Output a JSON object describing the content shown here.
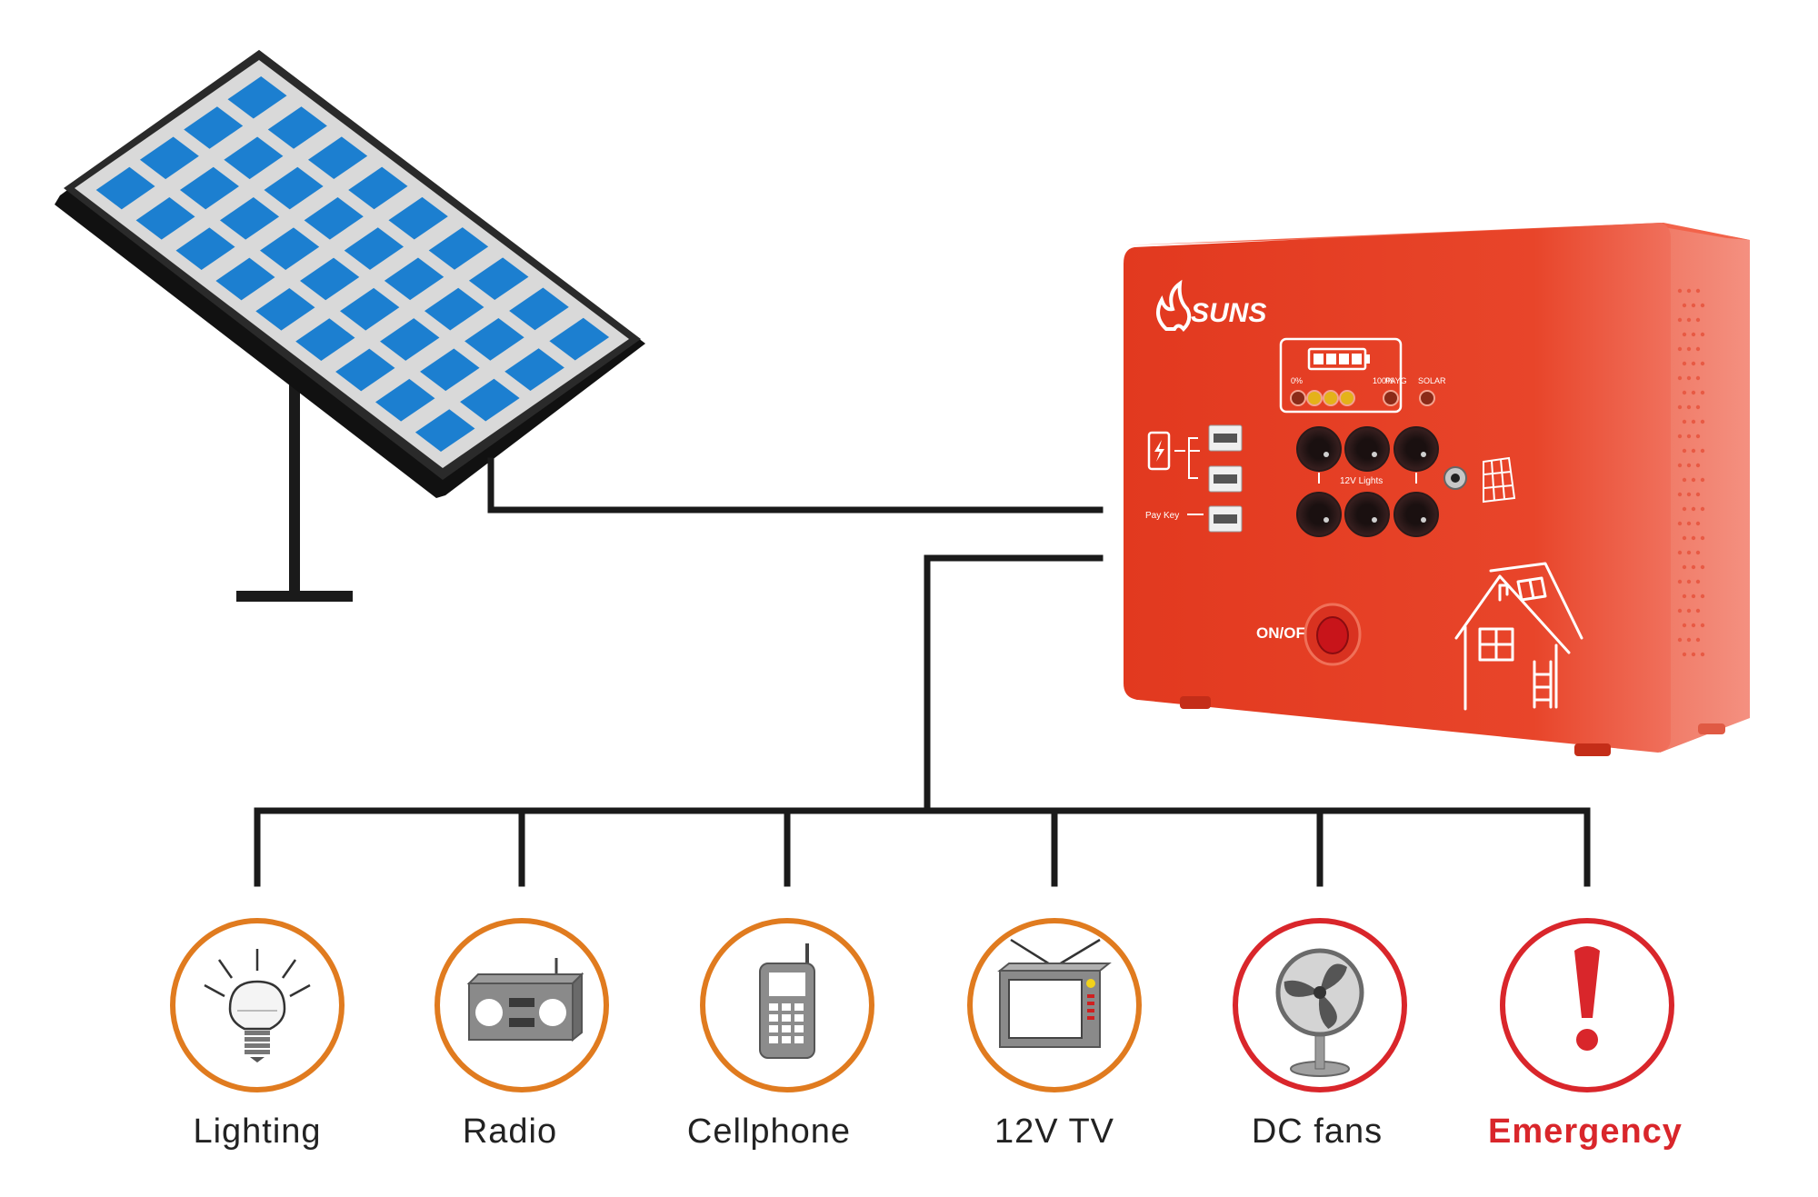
{
  "device": {
    "brand": "SUNS",
    "battery_min": "0%",
    "battery_max": "100%",
    "payg_label": "PAYG",
    "solar_label": "SOLAR",
    "lights_label": "12V Lights",
    "paykey_label": "Pay Key",
    "power_label": "ON/OFF"
  },
  "appliances": [
    {
      "label": "Lighting",
      "icon": "light-bulb-icon",
      "ring_color": "#e07b1f"
    },
    {
      "label": "Radio",
      "icon": "radio-icon",
      "ring_color": "#e07b1f"
    },
    {
      "label": "Cellphone",
      "icon": "cellphone-icon",
      "ring_color": "#e07b1f"
    },
    {
      "label": "12V TV",
      "icon": "tv-icon",
      "ring_color": "#e07b1f"
    },
    {
      "label": "DC fans",
      "icon": "fan-icon",
      "ring_color": "#d9262b"
    },
    {
      "label": "Emergency",
      "icon": "exclamation-icon",
      "ring_color": "#d9262b"
    }
  ],
  "colors": {
    "panel_cell": "#1c7fd0",
    "device_body": "#e03a22",
    "wire": "#1a1a1a",
    "emergency_text": "#d9262b"
  }
}
